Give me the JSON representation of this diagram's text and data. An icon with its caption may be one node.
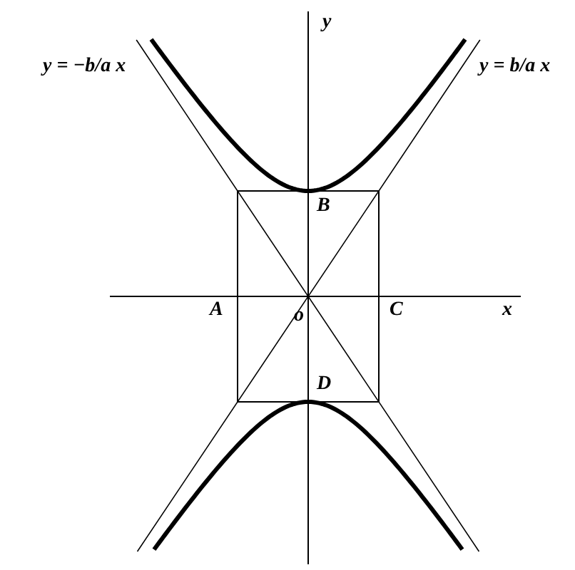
{
  "diagram": {
    "labels": [
      "y",
      "y = −b/a x",
      "y = b/a x",
      "B",
      "A",
      "o",
      "C",
      "x",
      "D"
    ]
  }
}
